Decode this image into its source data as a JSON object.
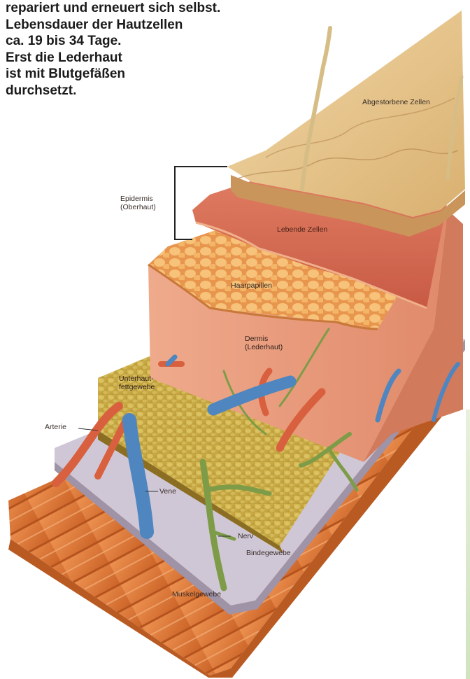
{
  "intro_text": {
    "lines": [
      "repariert und erneuert sich selbst.",
      "Lebensdauer der Hautzellen",
      "ca. 19 bis 34 Tage.",
      "Erst die Lederhaut",
      "ist mit Blutgefäßen",
      "durchsetzt."
    ]
  },
  "labels": {
    "abgestorbene": "Abgestorbene Zellen",
    "epidermis_1": "Epidermis",
    "epidermis_2": "(Oberhaut)",
    "lebende": "Lebende Zellen",
    "haarpapillen": "Haarpapillen",
    "dermis_1": "Dermis",
    "dermis_2": "(Lederhaut)",
    "unterhaut_1": "Unterhaut-",
    "unterhaut_2": "fettgewebe",
    "arterie": "Arterie",
    "vene": "Vene",
    "nerv": "Nerv",
    "bindegewebe": "Bindegewebe",
    "muskelgewebe": "Muskelgewebe"
  },
  "colors": {
    "dead_cells": "#e8c48a",
    "living_cells": "#d9725a",
    "dermis": "#e79a7a",
    "papillae": "#f0a85a",
    "fat": "#c9a842",
    "connective": "#c9c2cf",
    "muscle": "#e07a3e",
    "artery": "#d55a3a",
    "vein": "#4f86c0",
    "nerve": "#7a9a4a",
    "hair": "#d9c08a"
  }
}
